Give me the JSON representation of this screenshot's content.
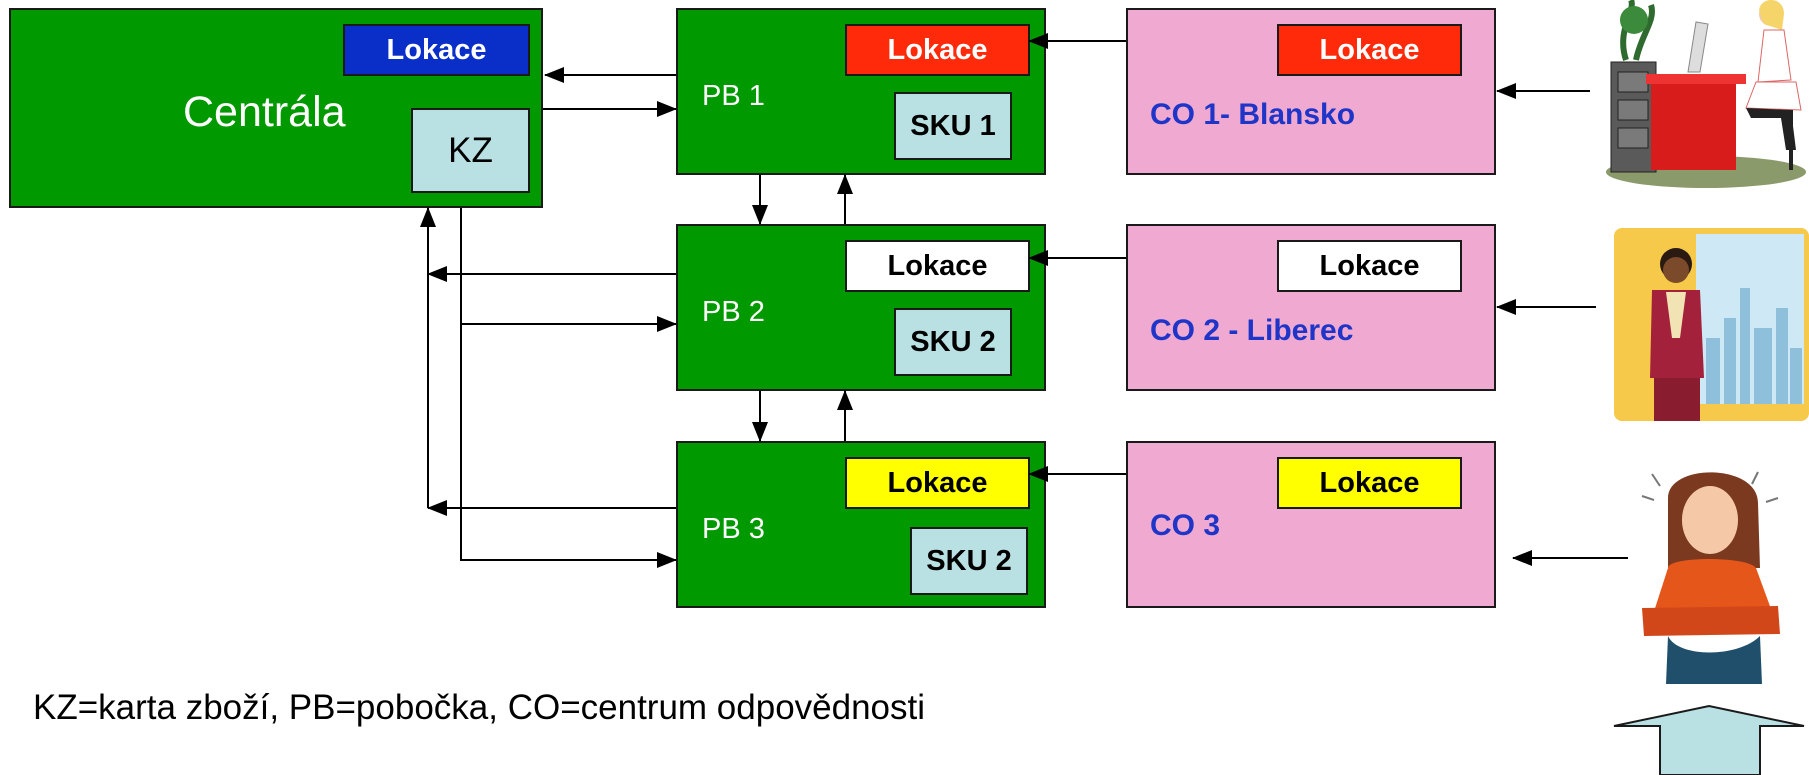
{
  "central": {
    "title": "Centrála",
    "kz": "KZ",
    "lokace": "Lokace",
    "lokace_color": "#0a2ec8"
  },
  "branches": [
    {
      "name": "PB 1",
      "sku": "SKU 1",
      "lokace": "Lokace",
      "lokace_color": "#ff2a0a"
    },
    {
      "name": "PB 2",
      "sku": "SKU 2",
      "lokace": "Lokace",
      "lokace_color": "#ffffff"
    },
    {
      "name": "PB 3",
      "sku": "SKU 2",
      "lokace": "Lokace",
      "lokace_color": "#ffff00"
    }
  ],
  "centers": [
    {
      "name": "CO 1- Blansko",
      "lokace": "Lokace",
      "lokace_color": "#ff2a0a"
    },
    {
      "name": "CO 2 - Liberec",
      "lokace": "Lokace",
      "lokace_color": "#ffffff"
    },
    {
      "name": "CO 3",
      "lokace": "Lokace",
      "lokace_color": "#ffff00"
    }
  ],
  "caption": "KZ=karta zboží, PB=pobočka, CO=centrum odpovědnosti",
  "colors": {
    "green": "#009900",
    "pink": "#f0aad2",
    "sku": "#b9e0e3",
    "co_text": "#1e35c8"
  },
  "illustrations": [
    "office-worker-desk-clipart",
    "businesswoman-city-clipart",
    "annoyed-woman-clipart",
    "up-arrow"
  ]
}
